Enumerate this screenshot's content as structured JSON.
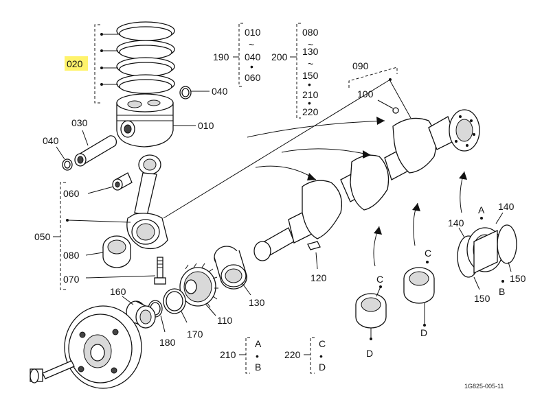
{
  "labels": {
    "p010": "010",
    "p020": "020",
    "p030": "030",
    "p040_left": "040",
    "p040_right": "040",
    "p050": "050",
    "p060": "060",
    "p070": "070",
    "p080": "080",
    "p090": "090",
    "p100": "100",
    "p110": "110",
    "p120": "120",
    "p130": "130",
    "p140_left": "140",
    "p140_right": "140",
    "p150_left": "150",
    "p150_right": "150",
    "p160": "160",
    "p170": "170",
    "p180": "180",
    "p190": "190",
    "p200": "200",
    "p210": "210",
    "p220": "220"
  },
  "group_190": {
    "top": "010",
    "tilde": "~",
    "mid": "040",
    "dot": "•",
    "bottom": "060"
  },
  "group_200": {
    "a": "080",
    "tilde1": "~",
    "b": "130",
    "tilde2": "~",
    "c": "150",
    "dot1": "•",
    "d": "210",
    "dot2": "•",
    "e": "220"
  },
  "group_210": {
    "top": "A",
    "dot": "•",
    "bottom": "B"
  },
  "group_220": {
    "top": "C",
    "dot": "•",
    "bottom": "D"
  },
  "bearing_marks": {
    "A": "A",
    "B": "B",
    "C_left": "C",
    "D_left": "D",
    "C_right": "C",
    "D_right": "D"
  },
  "figure_code": "1G825-005-11",
  "highlight_color": "#fff36b"
}
